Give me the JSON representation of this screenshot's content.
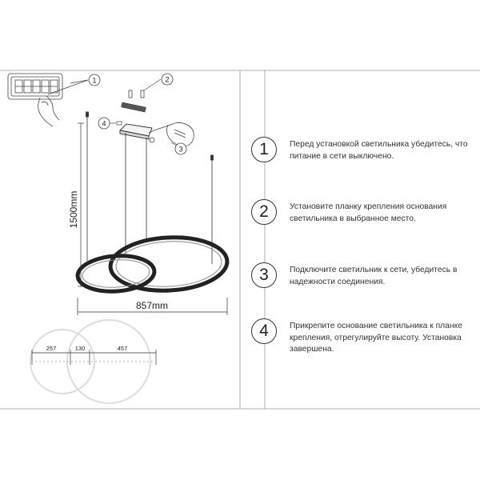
{
  "drawing": {
    "callouts": [
      "1",
      "2",
      "3",
      "4"
    ],
    "height_label": "1500mm",
    "width_label": "857mm",
    "plan_dims": [
      "257",
      "130",
      "457"
    ]
  },
  "steps": [
    {
      "num": "1",
      "text": "Перед установкой светильника убедитесь, что питание в сети выключено."
    },
    {
      "num": "2",
      "text": "Установите планку крепления основания светильника в выбранное место."
    },
    {
      "num": "3",
      "text": "Подключите светильник к сети, убедитесь в надежности соединения."
    },
    {
      "num": "4",
      "text": "Прикрепите основание светильника к планке крепления, отрегулируйте высоту. Установка завершена."
    }
  ]
}
